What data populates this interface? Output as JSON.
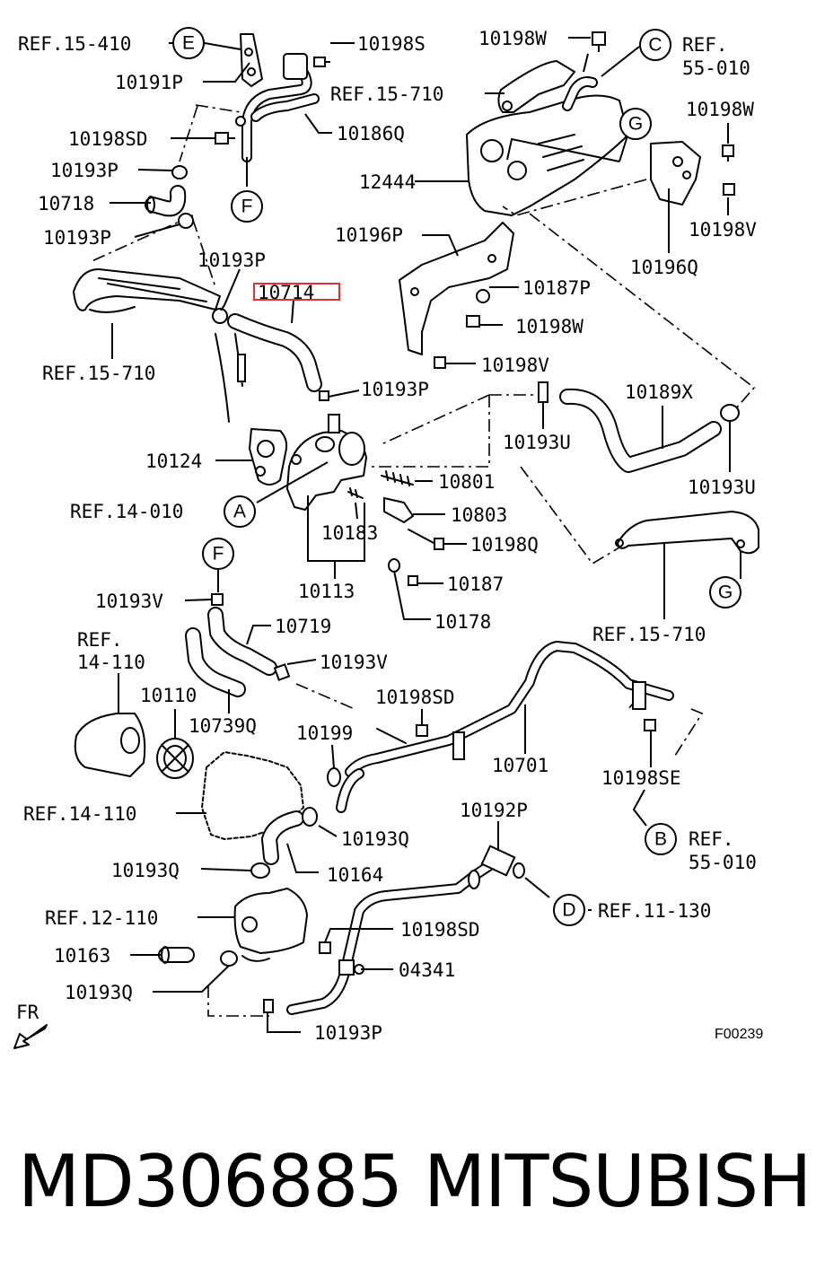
{
  "labels": {
    "ref_15_410": "REF.15-410",
    "p10191P": "10191P",
    "p10198S": "10198S",
    "p10186Q": "10186Q",
    "p10198SD_a": "10198SD",
    "p10193P_a": "10193P",
    "p10718": "10718",
    "p10193P_b": "10193P",
    "p10193P_c": "10193P",
    "p10714": "10714",
    "ref_15_710_a": "REF.15-710",
    "p10193P_d": "10193P",
    "p10124": "10124",
    "ref_14_010": "REF.14-010",
    "p10801": "10801",
    "p10803": "10803",
    "p10183": "10183",
    "p10198Q": "10198Q",
    "p10113": "10113",
    "p10187": "10187",
    "p10178": "10178",
    "p10198W_a": "10198W",
    "ref_15_710_b": "REF.15-710",
    "ref_55_010_c_1": "REF.",
    "ref_55_010_c_2": "55-010",
    "p10198W_b": "10198W",
    "p12444": "12444",
    "p10196P": "10196P",
    "p10198V_a": "10198V",
    "p10196Q": "10196Q",
    "p10187P": "10187P",
    "p10198W_c": "10198W",
    "p10198V_b": "10198V",
    "p10189X": "10189X",
    "p10193U_a": "10193U",
    "p10193U_b": "10193U",
    "ref_15_710_c": "REF.15-710",
    "p10193V_a": "10193V",
    "p10719": "10719",
    "p10193V_b": "10193V",
    "ref_14_110_a_1": "REF.",
    "ref_14_110_a_2": "14-110",
    "p10110": "10110",
    "p10739Q": "10739Q",
    "p10198SD_b": "10198SD",
    "p10199": "10199",
    "p10701": "10701",
    "p10198SE": "10198SE",
    "ref_14_110_b": "REF.14-110",
    "p10193Q_a": "10193Q",
    "p10193Q_b": "10193Q",
    "p10164": "10164",
    "p10192P": "10192P",
    "ref_55_010_b_1": "REF.",
    "ref_55_010_b_2": "55-010",
    "ref_12_110": "REF.12-110",
    "ref_11_130": "REF.11-130",
    "p10198SD_c": "10198SD",
    "p10163": "10163",
    "p04341": "04341",
    "p10193Q_c": "10193Q",
    "p10193P_e": "10193P",
    "fr": "FR",
    "figure_code": "F00239"
  },
  "callouts": {
    "E": "E",
    "C": "C",
    "G_a": "G",
    "F_a": "F",
    "A": "A",
    "F_b": "F",
    "G_b": "G",
    "B": "B",
    "D": "D"
  },
  "highlight": {
    "part_number": "10714",
    "color": "#e03030"
  },
  "footer": {
    "part_number": "MD306885",
    "brand": "MITSUBISHI"
  }
}
